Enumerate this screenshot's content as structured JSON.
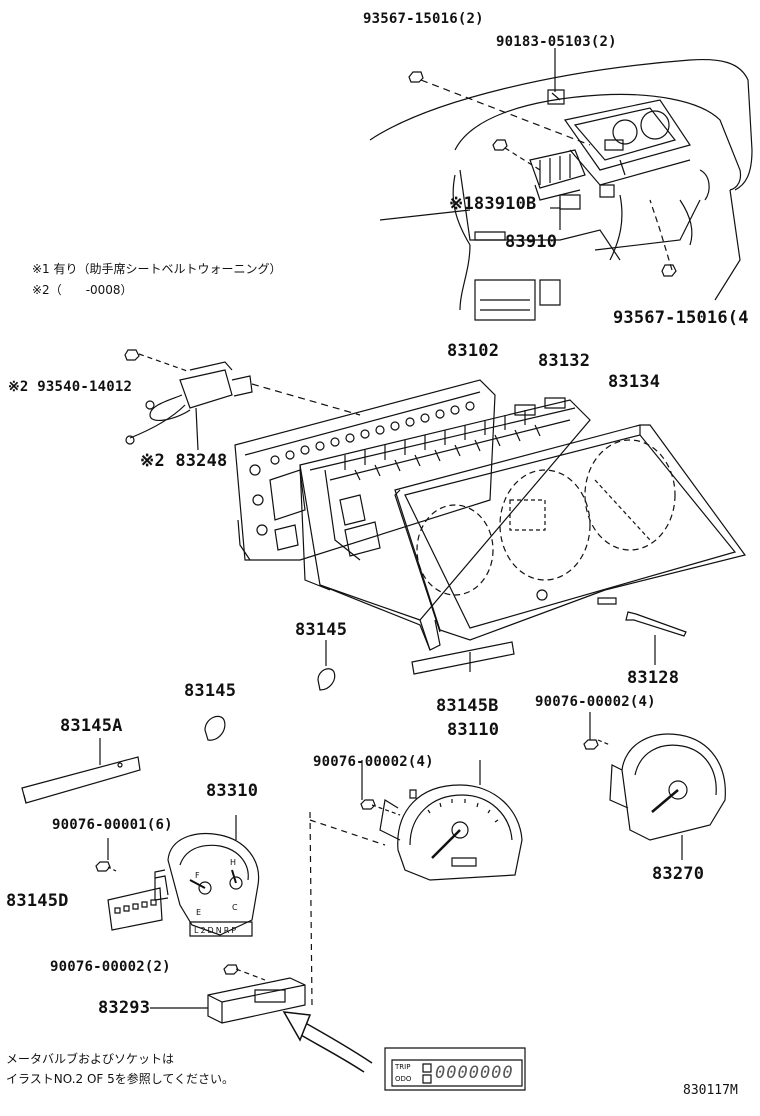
{
  "notes": {
    "note1": "※1 有り（助手席シートベルトウォーニング）",
    "note2": "※2（　　-0008）",
    "bottom_line1": "メータバルブおよびソケットは",
    "bottom_line2": "イラストNO.2 OF 5を参照してください。"
  },
  "figure_ref": "830117M",
  "odo_display": {
    "trip": "TRIP",
    "odo": "ODO",
    "digits": "0000000"
  },
  "parts": {
    "p93567_top": "93567-15016(2)",
    "p90183": "90183-05103(2)",
    "p83910b": "※183910B",
    "p83910": "83910",
    "p93567_right": "93567-15016(4",
    "p93540": "※2 93540-14012",
    "p83248": "※2 83248",
    "p83102": "83102",
    "p83132": "83132",
    "p83134": "83134",
    "p83145_a": "83145",
    "p83145_b": "83145",
    "p83145A": "83145A",
    "p83128": "83128",
    "p83145B": "83145B",
    "p90076_4_right": "90076-00002(4)",
    "p83110": "83110",
    "p90076_4_mid": "90076-00002(4)",
    "p83310": "83310",
    "p90076_6": "90076-00001(6)",
    "p83270": "83270",
    "p83145D": "83145D",
    "p90076_2": "90076-00002(2)",
    "p83293": "83293"
  }
}
